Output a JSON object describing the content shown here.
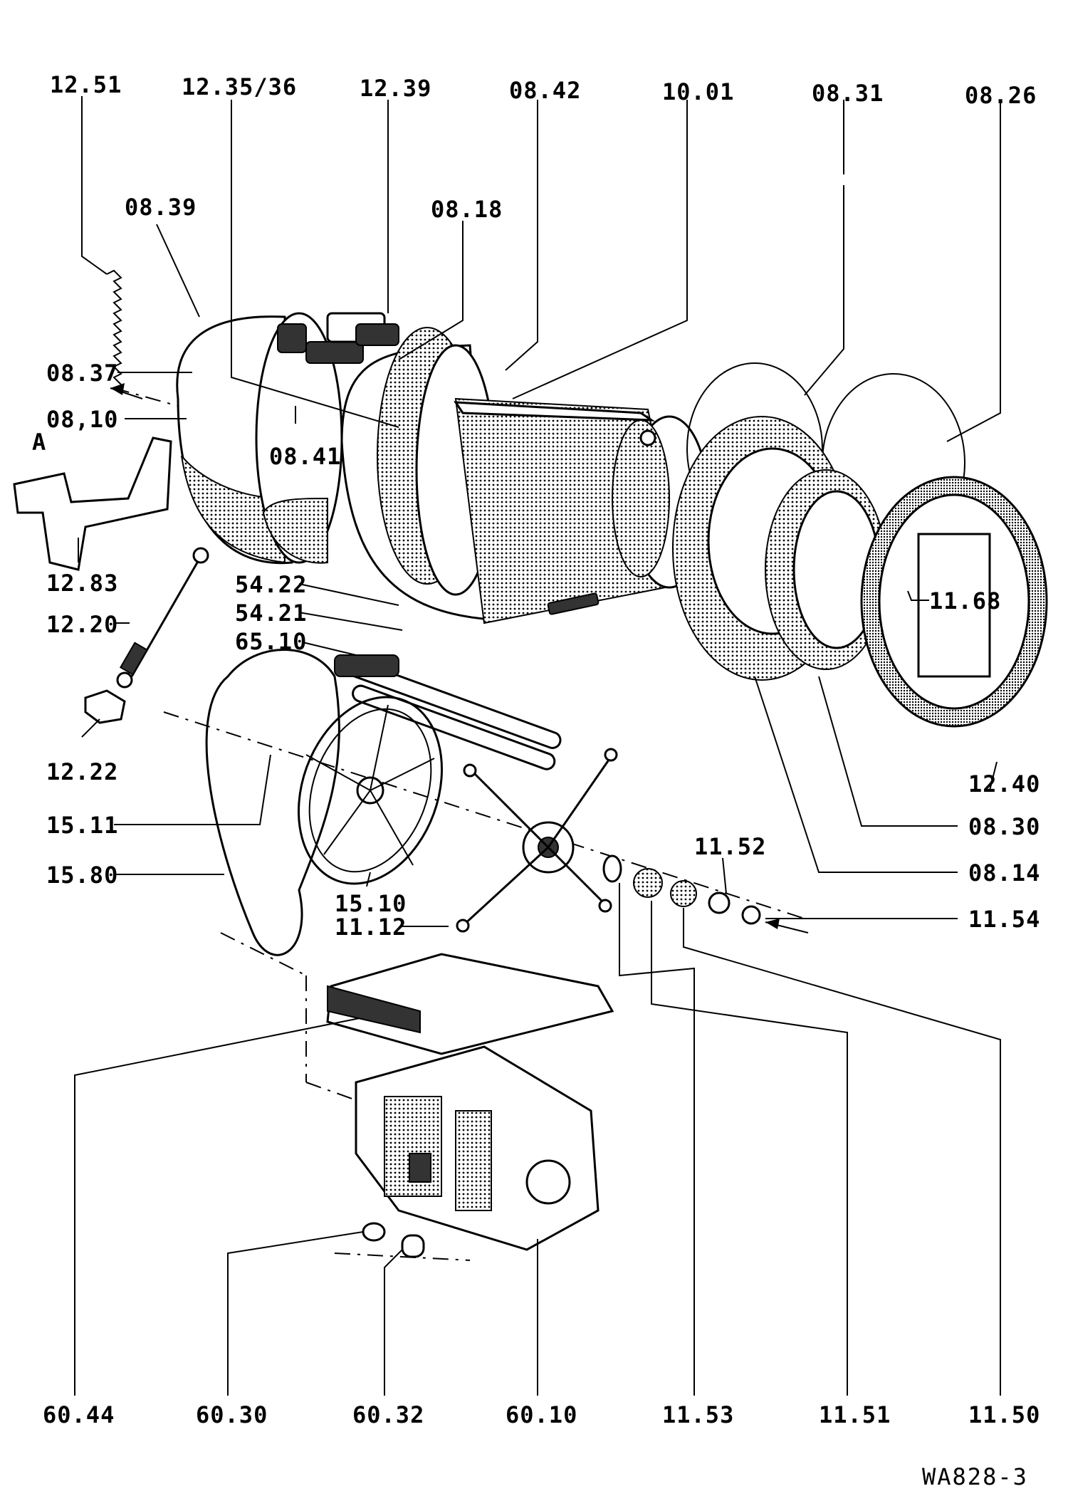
{
  "diagram": {
    "labels": {
      "l1251": "12.51",
      "l1235": "12.35/36",
      "l1239": "12.39",
      "l0842": "08.42",
      "l1001": "10.01",
      "l0831": "08.31",
      "l0826": "08.26",
      "l0839": "08.39",
      "l0818": "08.18",
      "l0837": "08.37",
      "l0810": "08,10",
      "l0841": "08.41",
      "lA": "A",
      "l1283": "12.83",
      "l1220": "12.20",
      "l5422": "54.22",
      "l5421": "54.21",
      "l6510": "65.10",
      "l1168": "11.68",
      "l1222": "12.22",
      "l1240": "12.40",
      "l1511": "15.11",
      "l1580": "15.80",
      "l1510": "15.10",
      "l1112": "11.12",
      "l1152": "11.52",
      "l0830": "08.30",
      "l0814": "08.14",
      "l1154": "11.54",
      "l6044": "60.44",
      "l6030": "60.30",
      "l6032": "60.32",
      "l6010": "60.10",
      "l1153": "11.53",
      "l1151": "11.51",
      "l1150": "11.50"
    },
    "reference": "WA828-3"
  }
}
